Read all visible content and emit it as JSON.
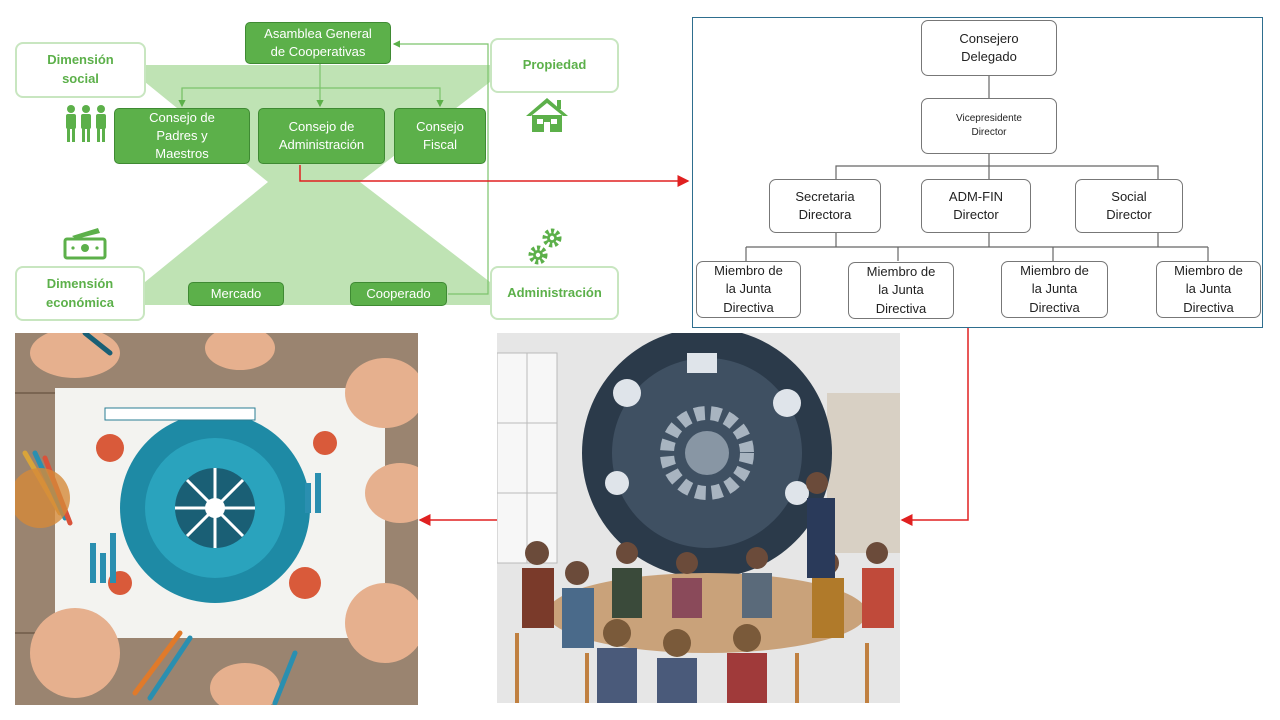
{
  "cooperative_diagram": {
    "dimension_social": "Dimensión\nsocial",
    "asamblea": "Asamblea General\nde Cooperativas",
    "propiedad": "Propiedad",
    "consejo_padres": "Consejo de\nPadres y\nMaestros",
    "consejo_administracion": "Consejo de\nAdministración",
    "consejo_fiscal": "Consejo\nFiscal",
    "dimension_economica": "Dimensión\neconómica",
    "mercado": "Mercado",
    "cooperado": "Cooperado",
    "administracion": "Administración",
    "colors": {
      "green": "#5cb04a",
      "light_green": "#bfe3b4",
      "arrow_red": "#e02020"
    }
  },
  "org_chart": {
    "consejero": "Consejero\nDelegado",
    "vicepresidente": "Vicepresidente\nDirector",
    "directors": [
      "Secretaria\nDirectora",
      "ADM-FIN\nDirector",
      "Social\nDirector"
    ],
    "members": [
      "Miembro de\nla Junta\nDirectiva",
      "Miembro de\nla Junta\nDirectiva",
      "Miembro de\nla Junta\nDirectiva",
      "Miembro de\nla Junta\nDirectiva"
    ],
    "border_color": "#2e6e8e"
  }
}
